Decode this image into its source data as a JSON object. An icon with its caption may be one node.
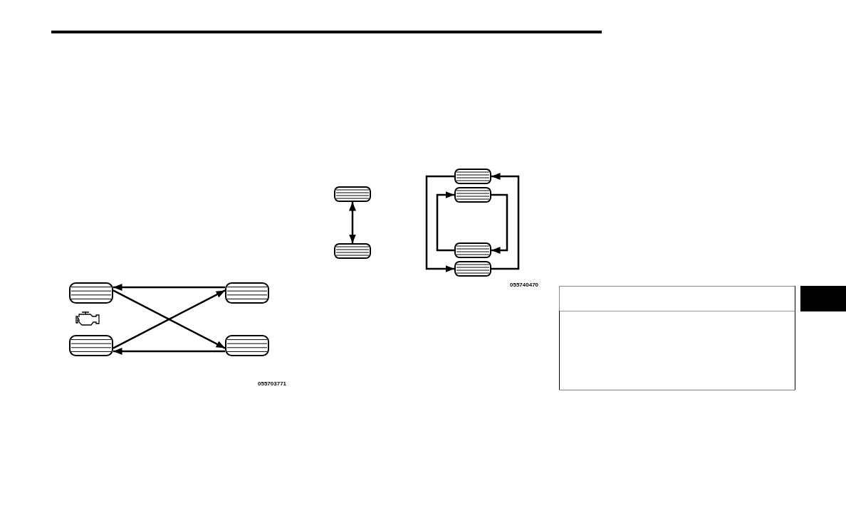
{
  "diagram": {
    "nodes": [
      {
        "text": [],
        "shape": "tire"
      },
      {
        "text": [],
        "shape": "tire"
      },
      {
        "text": [],
        "shape": "tire"
      },
      {
        "text": [],
        "shape": "tire"
      },
      {
        "text": [],
        "shape": "tire"
      },
      {
        "text": [],
        "shape": "tire"
      },
      {
        "text": [],
        "shape": "tire"
      },
      {
        "text": [],
        "shape": "tire"
      },
      {
        "text": [],
        "shape": "tire"
      },
      {
        "text": [],
        "shape": "tire"
      }
    ],
    "edges": [
      {
        "from": 2,
        "to": 0,
        "arrow": "to"
      },
      {
        "from": 0,
        "to": 3,
        "arrow": "to"
      },
      {
        "from": 1,
        "to": 2,
        "arrow": "to"
      },
      {
        "from": 3,
        "to": 1,
        "arrow": "to"
      },
      {
        "from": 4,
        "to": 5,
        "arrow": "both"
      },
      {
        "from": 6,
        "to": 9,
        "arrow": "to"
      },
      {
        "from": 9,
        "to": 6,
        "arrow": "to"
      },
      {
        "from": 7,
        "to": 8,
        "arrow": "to"
      },
      {
        "from": 8,
        "to": 7,
        "arrow": "to"
      }
    ],
    "labels": [
      "055703771",
      "055740470"
    ]
  }
}
